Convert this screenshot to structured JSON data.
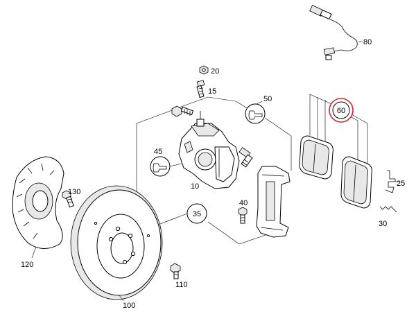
{
  "diagram": {
    "parts": {
      "p10": "10",
      "p15": "15",
      "p20": "20",
      "p25": "25",
      "p30": "30",
      "p40": "40",
      "p80": "80",
      "p100": "100",
      "p110": "110",
      "p120": "120",
      "p130": "130"
    },
    "callouts": {
      "c35": "35",
      "c45": "45",
      "c50": "50",
      "c60": "60"
    },
    "highlight": {
      "label": "60",
      "color": "#d62b2b"
    }
  }
}
